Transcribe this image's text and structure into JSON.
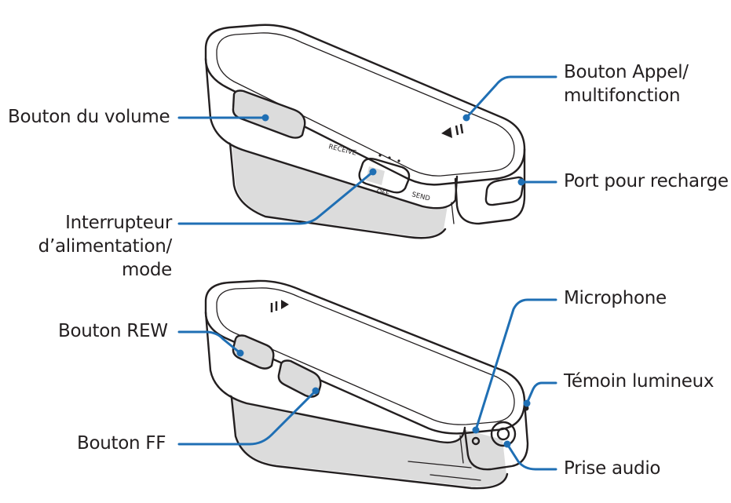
{
  "labels": {
    "volume": "Bouton du volume",
    "call_line1": "Bouton Appel/",
    "call_line2": "multifonction",
    "charge": "Port pour recharge",
    "switch_line1": "Interrupteur",
    "switch_line2": "d’alimentation/",
    "switch_line3": "mode",
    "rew": "Bouton REW",
    "ff": "Bouton FF",
    "mic": "Microphone",
    "led": "Témoin lumineux",
    "audio": "Prise audio"
  },
  "device_markings": {
    "receive": "RECEIVE",
    "off": "OFF",
    "send": "SEND"
  },
  "colors": {
    "leader": "#1f6fb4",
    "outline": "#231f20",
    "shade": "#dcdcdc"
  }
}
